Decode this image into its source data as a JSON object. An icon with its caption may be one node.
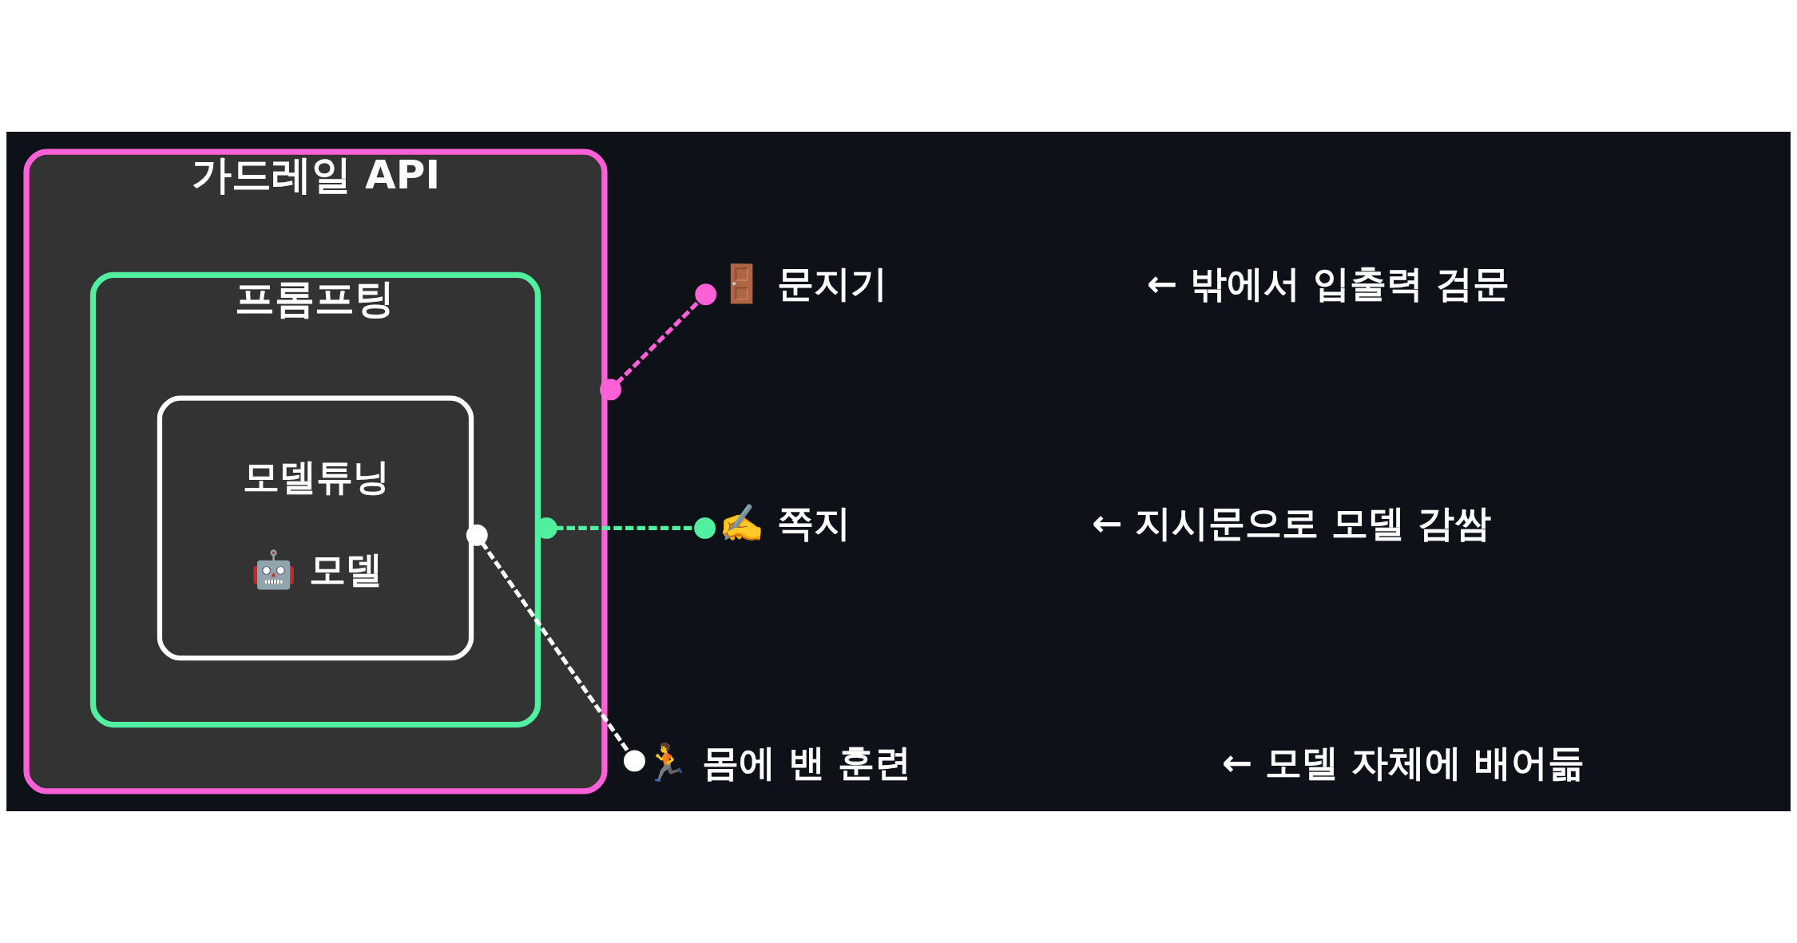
{
  "diagram": {
    "nodes": [
      {
        "text": [
          "가드레일 API"
        ]
      },
      {
        "text": [
          "프롬프팅"
        ],
        "in": 0
      },
      {
        "text": [
          "모델튜닝",
          "🤖 모델"
        ],
        "in": 1
      },
      {
        "text": [
          "🚪 문지기"
        ],
        "beside": [
          "← 밖에서 입출력 검문"
        ]
      },
      {
        "text": [
          "✍️ 쪽지"
        ],
        "beside": [
          "← 지시문으로 모델 감쌈"
        ]
      },
      {
        "text": [
          "🏃 몸에 밴 훈련"
        ],
        "beside": [
          "← 모델 자체에 배어듦"
        ]
      }
    ],
    "edges": [
      {
        "from": 0,
        "to": 3,
        "arrow": "other",
        "style": "dashed",
        "color": "#ff5fd7"
      },
      {
        "from": 1,
        "to": 4,
        "arrow": "other",
        "style": "dashed",
        "color": "#50f0a0"
      },
      {
        "from": 2,
        "to": 5,
        "arrow": "other",
        "style": "dashed",
        "color": "#ffffff"
      }
    ]
  }
}
